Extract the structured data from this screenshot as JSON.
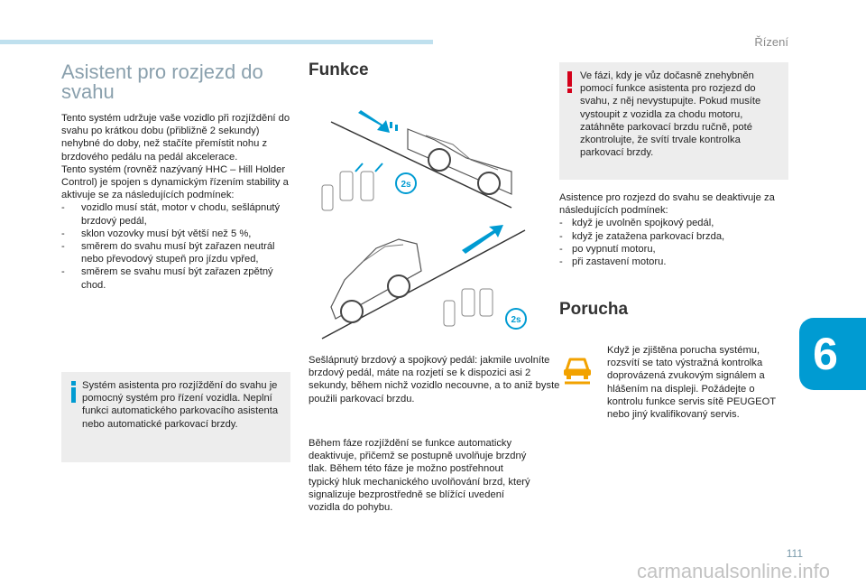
{
  "header": {
    "chapter_name": "Řízení",
    "chapter_number": "6",
    "page_number": "111",
    "watermark": "carmanualsonline.info"
  },
  "left": {
    "title": "Asistent pro rozjezd do svahu",
    "intro": "Tento systém udržuje vaše vozidlo při rozjíždění do svahu po krátkou dobu (přibližně 2 sekundy) nehybné do doby, než stačíte přemístit nohu z brzdového pedálu na pedál akcelerace.",
    "intro2": "Tento systém (rovněž nazývaný HHC – Hill Holder Control) je spojen s dynamickým řízením stability a aktivuje se za následujících podmínek:",
    "conditions": [
      "vozidlo musí stát, motor v chodu, sešlápnutý brzdový pedál,",
      "sklon vozovky musí být větší než 5 %,",
      "směrem do svahu musí být zařazen neutrál nebo převodový stupeň pro jízdu vpřed,",
      "směrem se svahu musí být zařazen zpětný chod."
    ],
    "info_text": "Systém asistenta pro rozjíždění do svahu je pomocný systém pro řízení vozidla. Neplní funkci automatického parkovacího asistenta nebo automatické parkovací brzdy."
  },
  "middle": {
    "title": "Funkce",
    "para1": "Sešlápnutý brzdový a spojkový pedál: jakmile uvolníte brzdový pedál, máte na rozjetí se k dispozici asi 2 sekundy, během nichž vozidlo necouvne, a to aniž byste použili parkovací brzdu.",
    "para2": "Během fáze rozjíždění se funkce automaticky deaktivuje, přičemž se postupně uvolňuje brzdný tlak. Během této fáze je možno postřehnout typický hluk mechanického uvolňování brzd, který signalizuje bezprostředně se blížící uvedení vozidla do pohybu.",
    "illustration_badge": "2s"
  },
  "right": {
    "warning_text": "Ve fázi, kdy je vůz dočasně znehybněn pomocí funkce asistenta pro rozjezd do svahu, z něj nevystupujte. Pokud musíte vystoupit z vozidla za chodu motoru, zatáhněte parkovací brzdu ručně, poté zkontrolujte, že svítí trvale kontrolka parkovací brzdy.",
    "deactivation_intro": "Asistence pro rozjezd do svahu se deaktivuje za následujících podmínek:",
    "deactivation_list": [
      "když je uvolněn spojkový pedál,",
      "když je zatažena parkovací brzda,",
      "po vypnutí motoru,",
      "při zastavení motoru."
    ],
    "fault_title": "Porucha",
    "fault_text": "Když je zjištěna porucha systému, rozsvítí se tato výstražná kontrolka doprovázená zvukovým signálem a hlášením na displeji. Požádejte o kontrolu funkce servis sítě PEUGEOT nebo jiný kvalifikovaný servis."
  },
  "colors": {
    "accent": "#009bd2",
    "warning": "#d4001a",
    "fault_icon": "#f2a200",
    "box_bg": "#ededed"
  },
  "icons": {
    "info": "info-icon",
    "warning": "exclamation-icon",
    "fault": "hill-assist-fault-icon"
  }
}
